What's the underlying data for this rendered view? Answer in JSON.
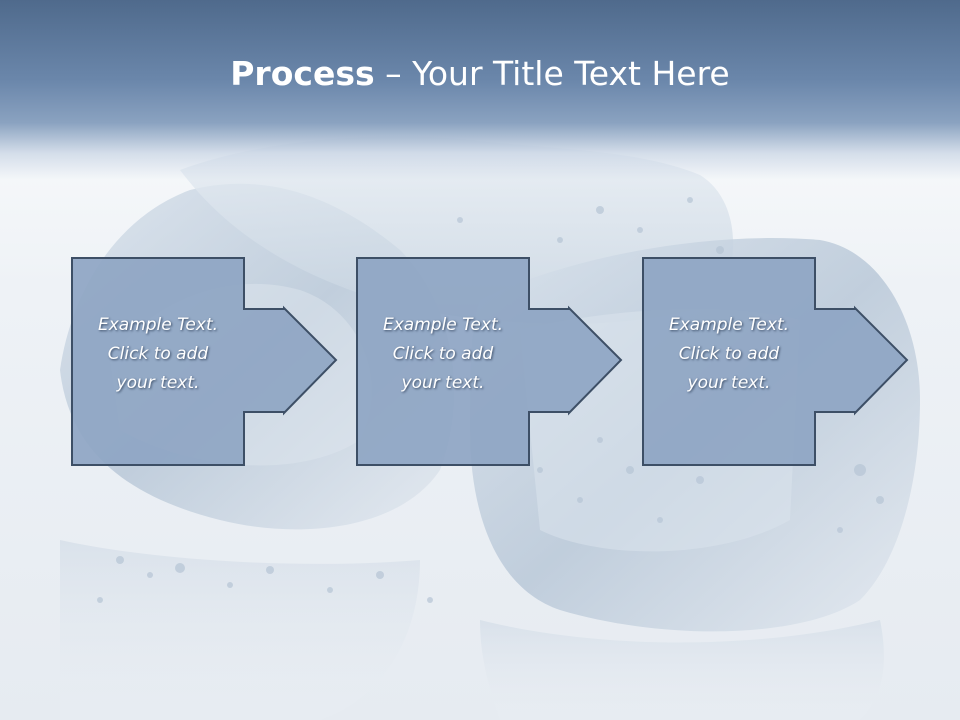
{
  "title": {
    "bold": "Process",
    "rest": " – Your Title Text Here"
  },
  "steps": [
    {
      "lines": [
        "Example Text.",
        "Click  to add",
        "your text."
      ]
    },
    {
      "lines": [
        "Example Text.",
        "Click  to add",
        "your text."
      ]
    },
    {
      "lines": [
        "Example Text.",
        "Click  to add",
        "your text."
      ]
    }
  ],
  "colors": {
    "title_band": "#5b7698",
    "shape_fill": "#8ea5c3",
    "shape_stroke": "#3d4f66",
    "text": "#ffffff"
  },
  "background": "ice-cubes-photo"
}
